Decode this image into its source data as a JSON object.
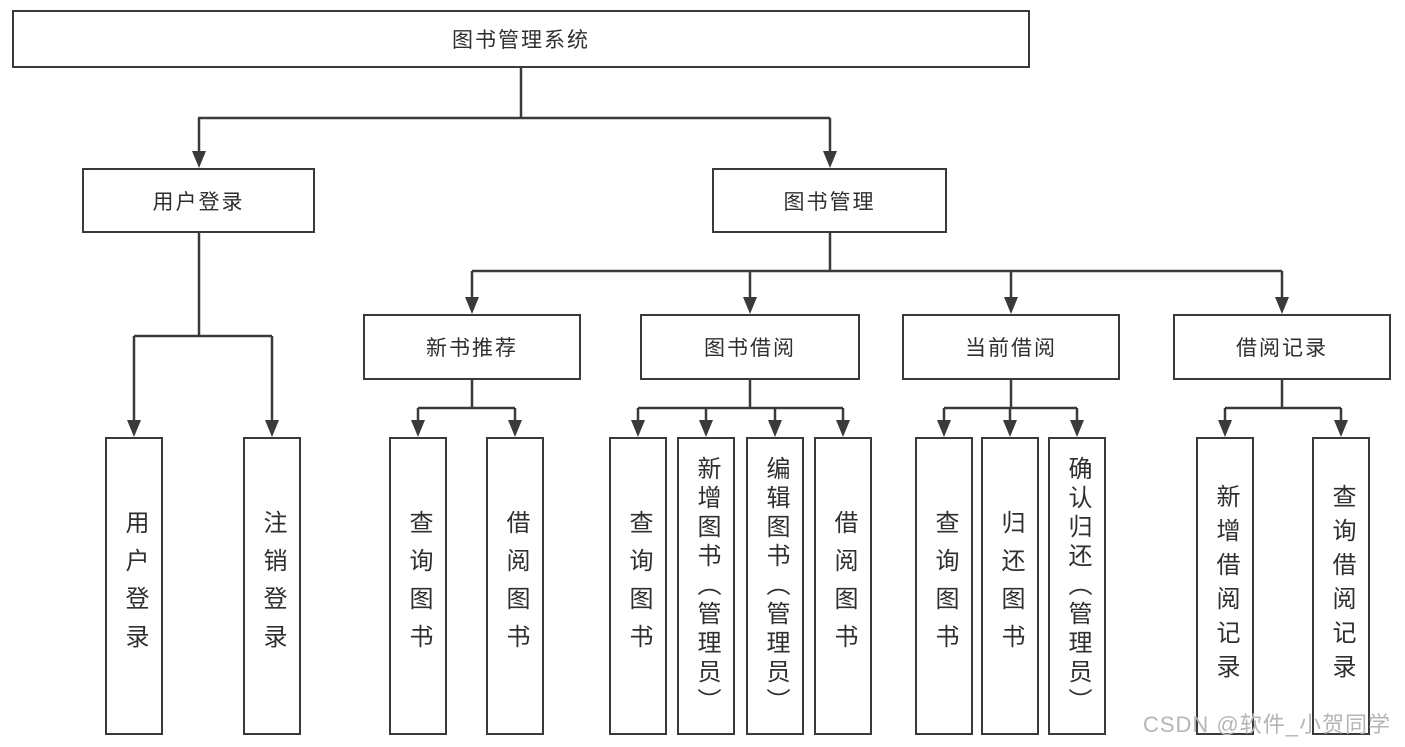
{
  "tree": {
    "label": "图书管理系统",
    "children": [
      {
        "label": "用户登录",
        "children": [
          {
            "label": "用户登录"
          },
          {
            "label": "注销登录"
          }
        ]
      },
      {
        "label": "图书管理",
        "children": [
          {
            "label": "新书推荐",
            "children": [
              {
                "label": "查询图书"
              },
              {
                "label": "借阅图书"
              }
            ]
          },
          {
            "label": "图书借阅",
            "children": [
              {
                "label": "查询图书"
              },
              {
                "label": "新增图书（管理员）"
              },
              {
                "label": "编辑图书（管理员）"
              },
              {
                "label": "借阅图书"
              }
            ]
          },
          {
            "label": "当前借阅",
            "children": [
              {
                "label": "查询图书"
              },
              {
                "label": "归还图书"
              },
              {
                "label": "确认归还（管理员）"
              }
            ]
          },
          {
            "label": "借阅记录",
            "children": [
              {
                "label": "新增借阅记录"
              },
              {
                "label": "查询借阅记录"
              }
            ]
          }
        ]
      }
    ]
  },
  "watermark": {
    "text": "CSDN @软件_小贺同学"
  },
  "colors": {
    "line": "#3a3a3a",
    "text": "#2f2f2f",
    "watermark": "#b5b5b5",
    "background": "#ffffff"
  }
}
